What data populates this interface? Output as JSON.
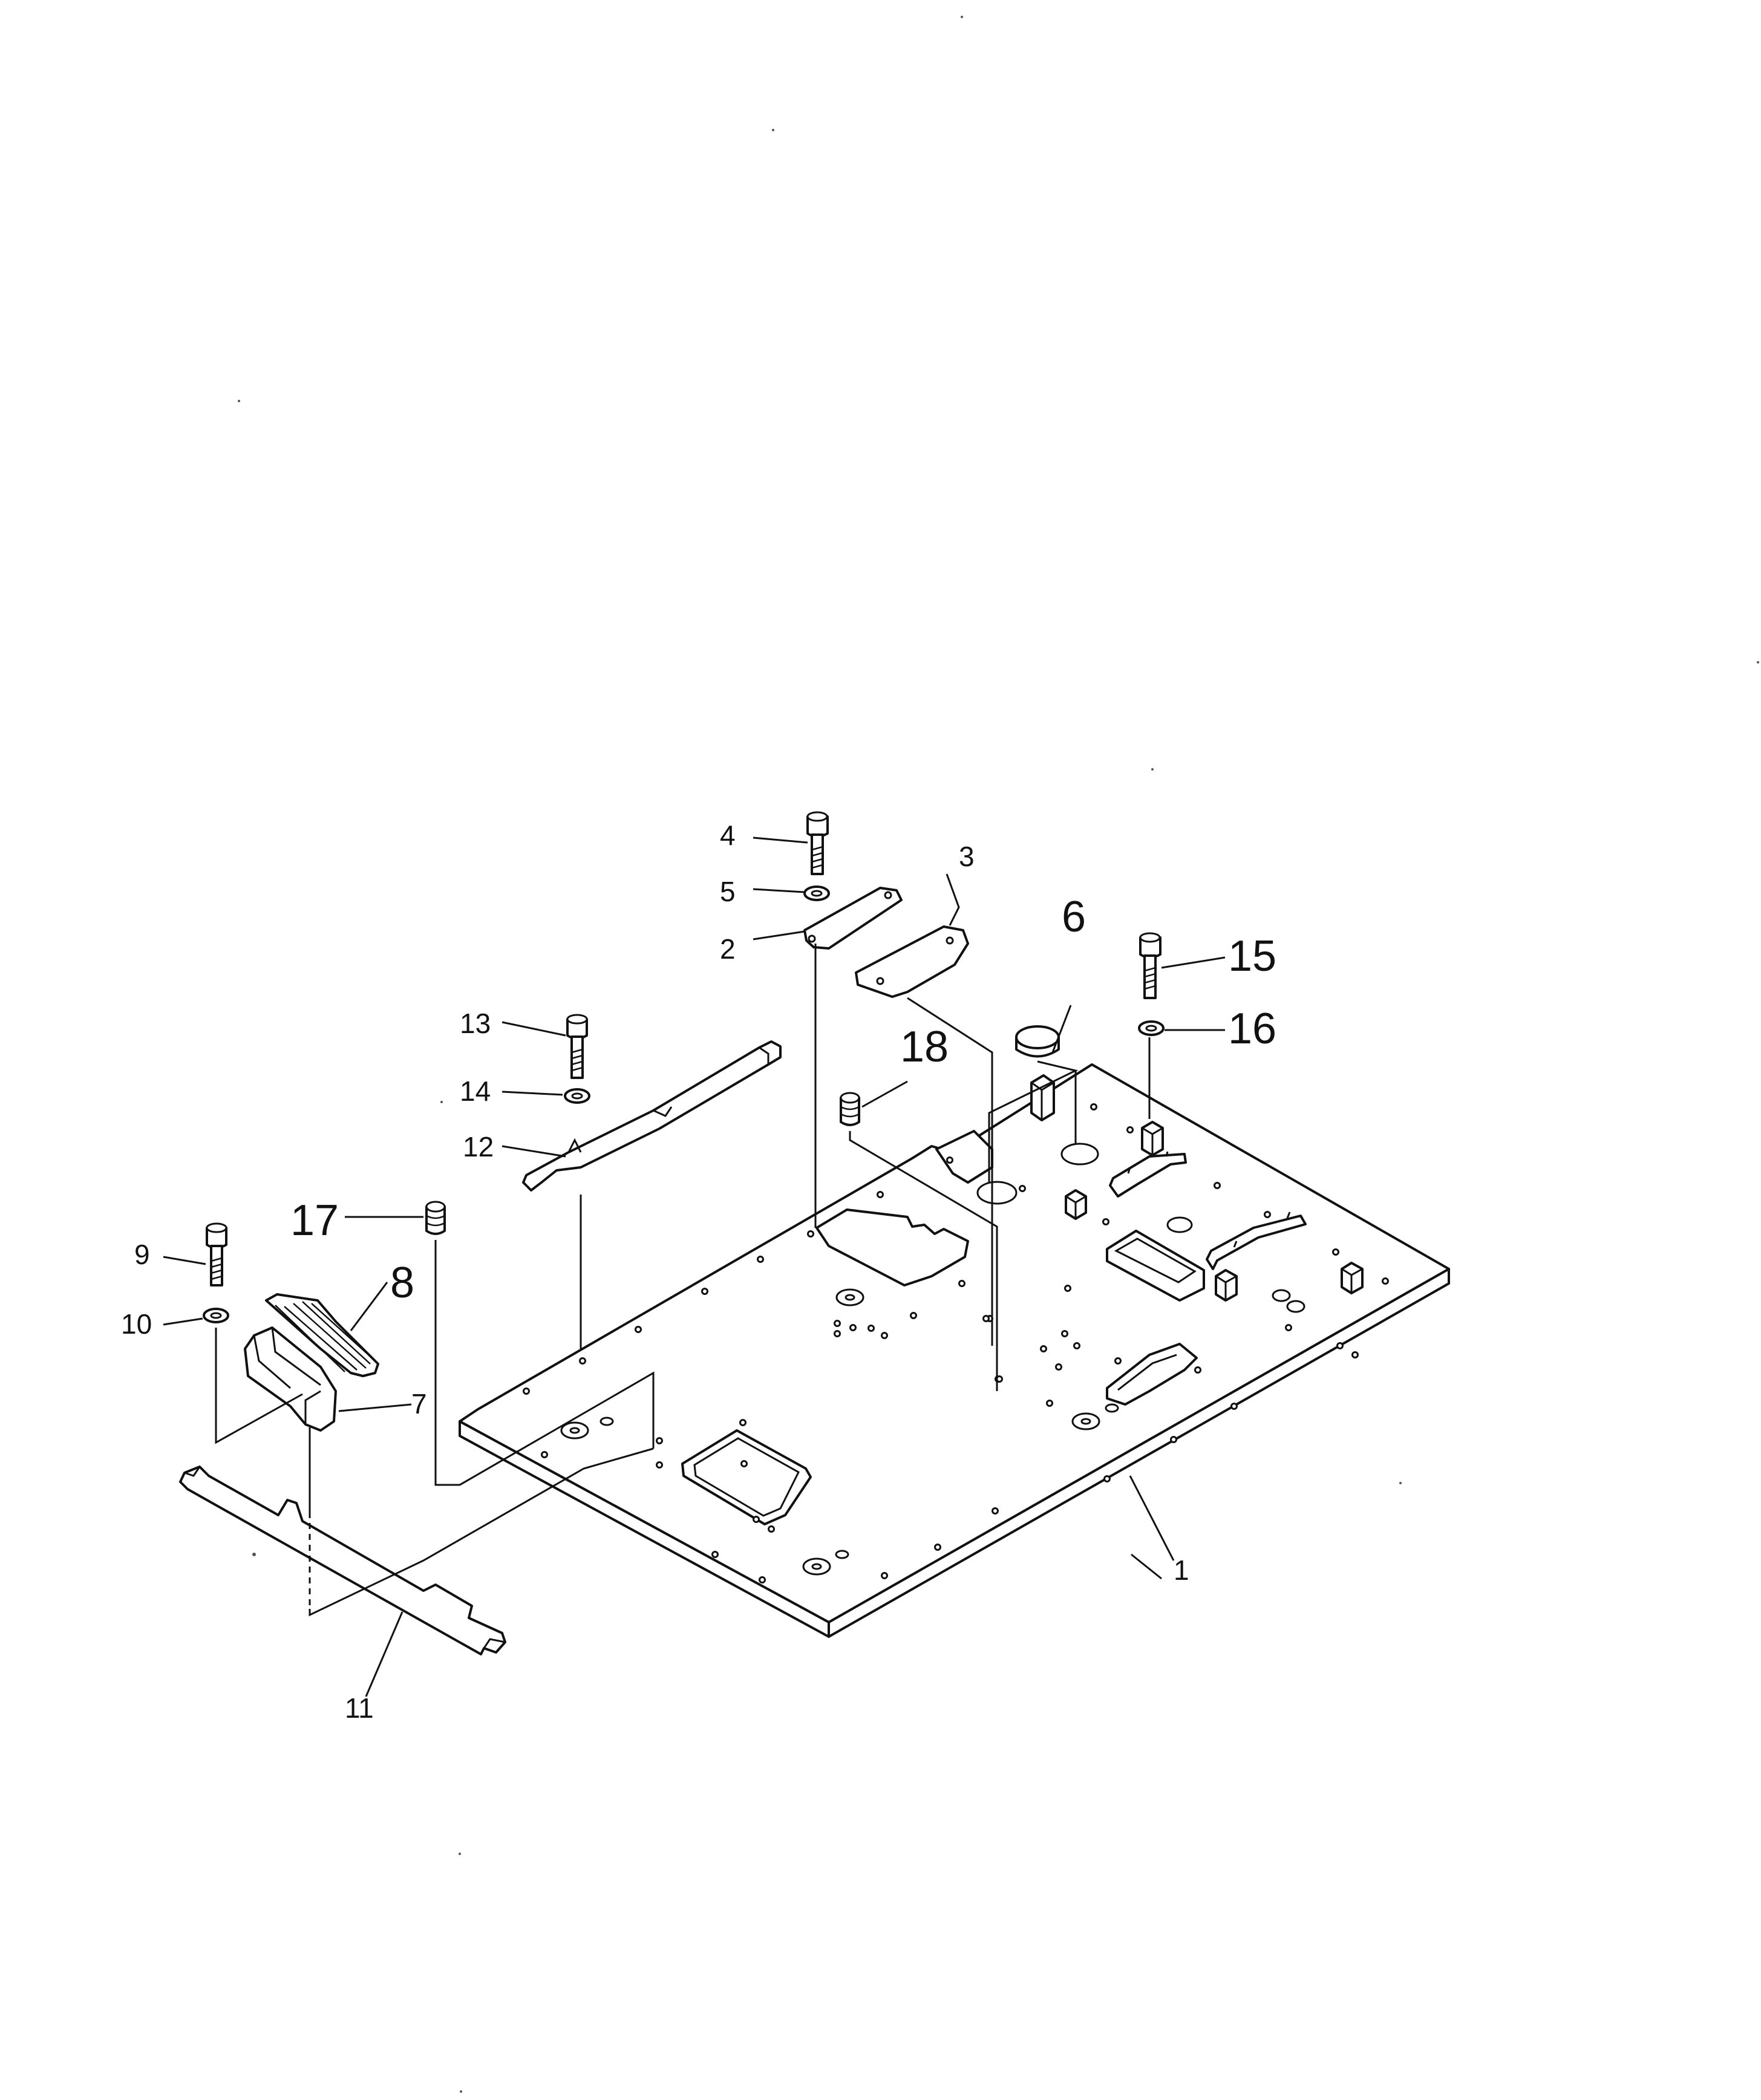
{
  "callouts": [
    {
      "id": "p1",
      "text": "1"
    },
    {
      "id": "p2",
      "text": "2"
    },
    {
      "id": "p3",
      "text": "3"
    },
    {
      "id": "p4",
      "text": "4"
    },
    {
      "id": "p5",
      "text": "5"
    },
    {
      "id": "p6",
      "text": "6"
    },
    {
      "id": "p7",
      "text": "7"
    },
    {
      "id": "p8",
      "text": "8"
    },
    {
      "id": "p9",
      "text": "9"
    },
    {
      "id": "p10",
      "text": "10"
    },
    {
      "id": "p11",
      "text": "11"
    },
    {
      "id": "p12",
      "text": "12"
    },
    {
      "id": "p13",
      "text": "13"
    },
    {
      "id": "p14",
      "text": "14"
    },
    {
      "id": "p15",
      "text": "15"
    },
    {
      "id": "p16",
      "text": "16"
    },
    {
      "id": "p17",
      "text": "17"
    },
    {
      "id": "p18",
      "text": "18"
    }
  ]
}
